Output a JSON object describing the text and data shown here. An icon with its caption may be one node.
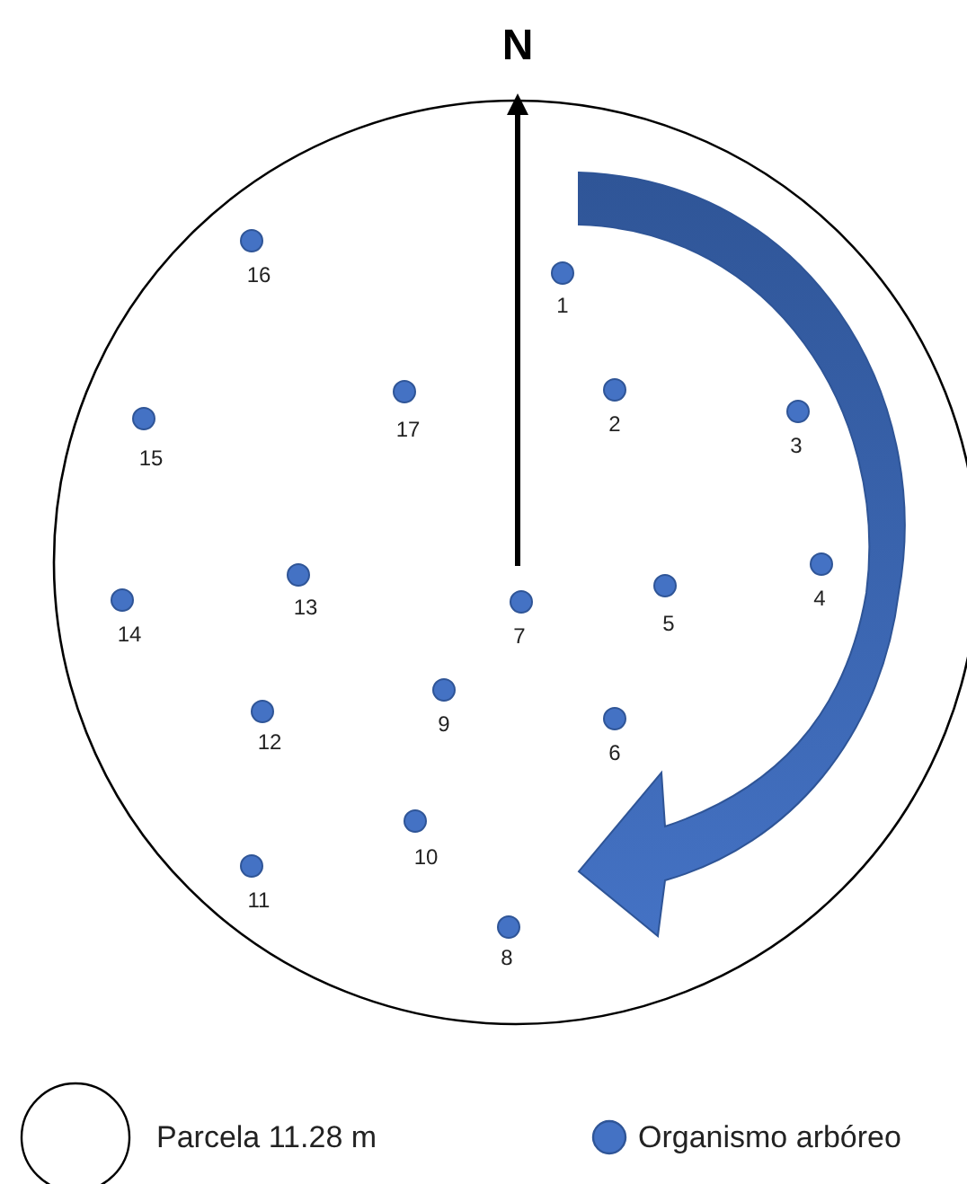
{
  "diagram": {
    "labels": [
      "N",
      "1",
      "2",
      "3",
      "4",
      "5",
      "6",
      "7",
      "8",
      "9",
      "10",
      "11",
      "12",
      "13",
      "14",
      "15",
      "16",
      "17"
    ],
    "legend": [
      {
        "text": "Parcela 11.28 m"
      },
      {
        "text": "Organismo arbóreo",
        "color": "#4472c4"
      }
    ]
  }
}
